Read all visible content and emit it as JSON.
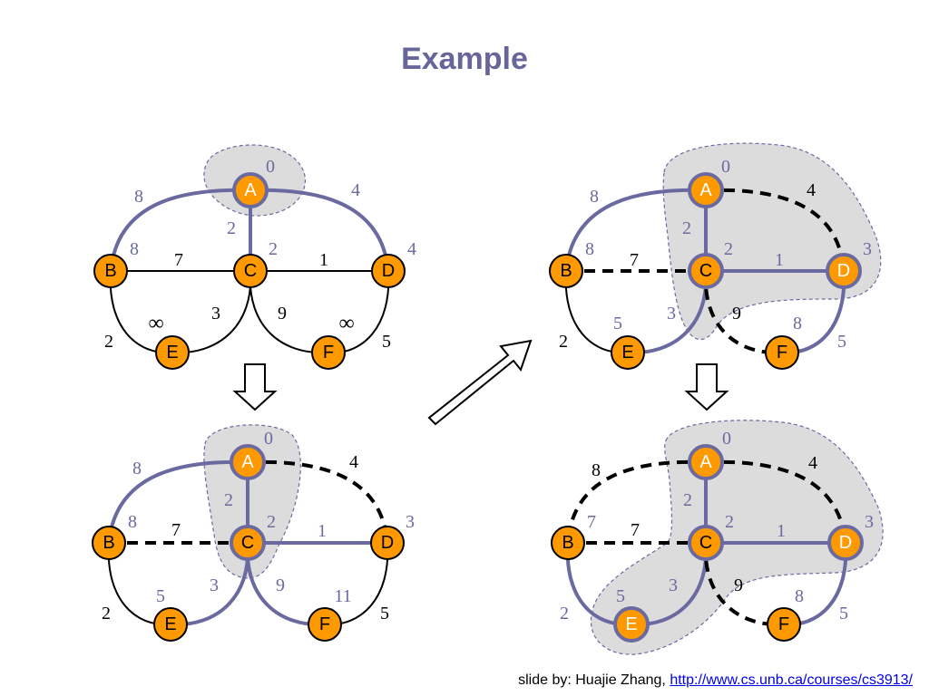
{
  "title": "Example",
  "credit": {
    "prefix": "slide by: Huajie Zhang, ",
    "link": "http://www.cs.unb.ca/courses/cs3913/"
  },
  "nodes": [
    "A",
    "B",
    "C",
    "D",
    "E",
    "F"
  ],
  "panels": [
    {
      "weights": {
        "AB": "8",
        "AC": "2",
        "AD": "4",
        "BC": "7",
        "CD": "1",
        "BE": "2",
        "CE": "3",
        "CF": "9",
        "DF": "5"
      },
      "dist": {
        "A": "0",
        "B": "8",
        "C": "2",
        "D": "4",
        "E": "∞",
        "F": "∞"
      }
    },
    {
      "weights": {
        "AB": "8",
        "AC": "2",
        "AD": "4",
        "BC": "7",
        "CD": "1",
        "BE": "2",
        "CE": "3",
        "CF": "9",
        "DF": "5"
      },
      "dist": {
        "A": "0",
        "B": "8",
        "C": "2",
        "D": "3",
        "E": "5",
        "F": "11"
      }
    },
    {
      "weights": {
        "AB": "8",
        "AC": "2",
        "AD": "4",
        "BC": "7",
        "CD": "1",
        "BE": "2",
        "CE": "3",
        "CF": "9",
        "DF": "5"
      },
      "dist": {
        "A": "0",
        "B": "8",
        "C": "2",
        "D": "3",
        "E": "5",
        "F": "8"
      }
    },
    {
      "weights": {
        "AB": "8",
        "AC": "2",
        "AD": "4",
        "BC": "7",
        "CD": "1",
        "BE": "2",
        "CE": "3",
        "CF": "9",
        "DF": "5"
      },
      "dist": {
        "A": "0",
        "B": "7",
        "C": "2",
        "D": "3",
        "E": "5",
        "F": "8"
      }
    }
  ]
}
